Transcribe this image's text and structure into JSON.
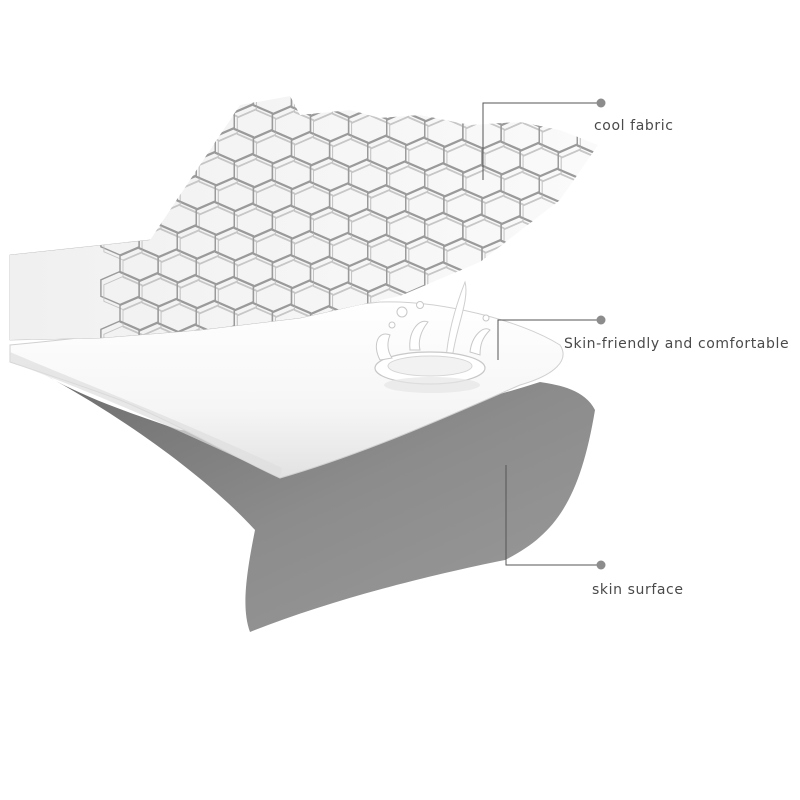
{
  "labels": {
    "cool_fabric": "cool fabric",
    "skin_friendly": "Skin-friendly and comfortable",
    "skin_surface": "skin surface"
  },
  "colors": {
    "background": "#ffffff",
    "mesh_stroke": "#9a9a9a",
    "mesh_fill": "#f4f4f4",
    "middle_layer": "#fafafa",
    "bottom_layer": "#8a8a8a",
    "callout_line": "#555555",
    "callout_dot": "#8c8c8c",
    "label_text": "#4a4a4a"
  },
  "icons": [
    "callout-dot-icon",
    "milk-splash-icon"
  ]
}
